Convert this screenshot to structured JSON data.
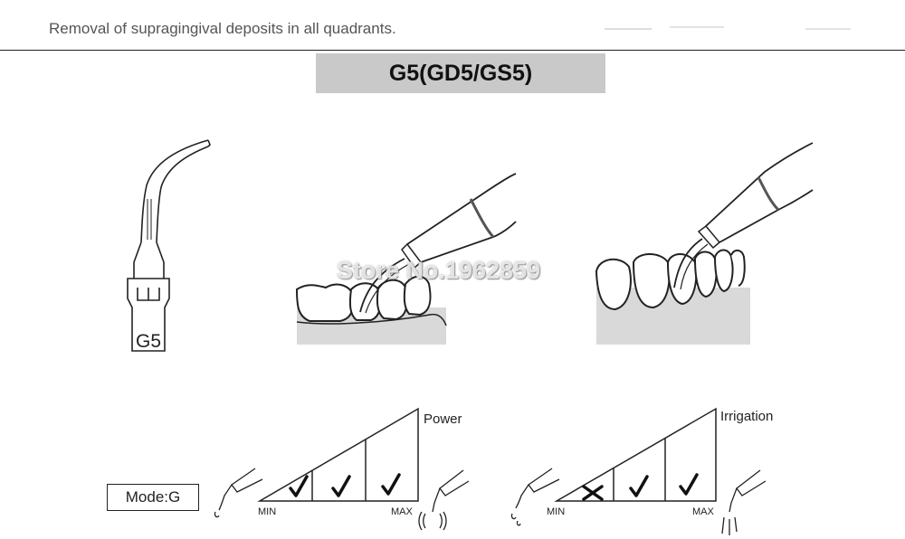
{
  "header": {
    "description": "Removal of supragingival deposits in all quadrants."
  },
  "tip": {
    "title": "G5(GD5/GS5)",
    "tip_label": "G5"
  },
  "watermark": "Store No.1962859",
  "mode": {
    "label": "Mode:G"
  },
  "power_scale": {
    "title": "Power",
    "min_label": "MIN",
    "max_label": "MAX",
    "levels": [
      "check",
      "check",
      "check"
    ]
  },
  "irrigation_scale": {
    "title": "Irrigation",
    "min_label": "MIN",
    "max_label": "MAX",
    "levels": [
      "cross",
      "check",
      "check"
    ]
  },
  "colors": {
    "title_bg": "#c9c9c9",
    "gum": "#d9d9d9",
    "line": "#222222"
  }
}
